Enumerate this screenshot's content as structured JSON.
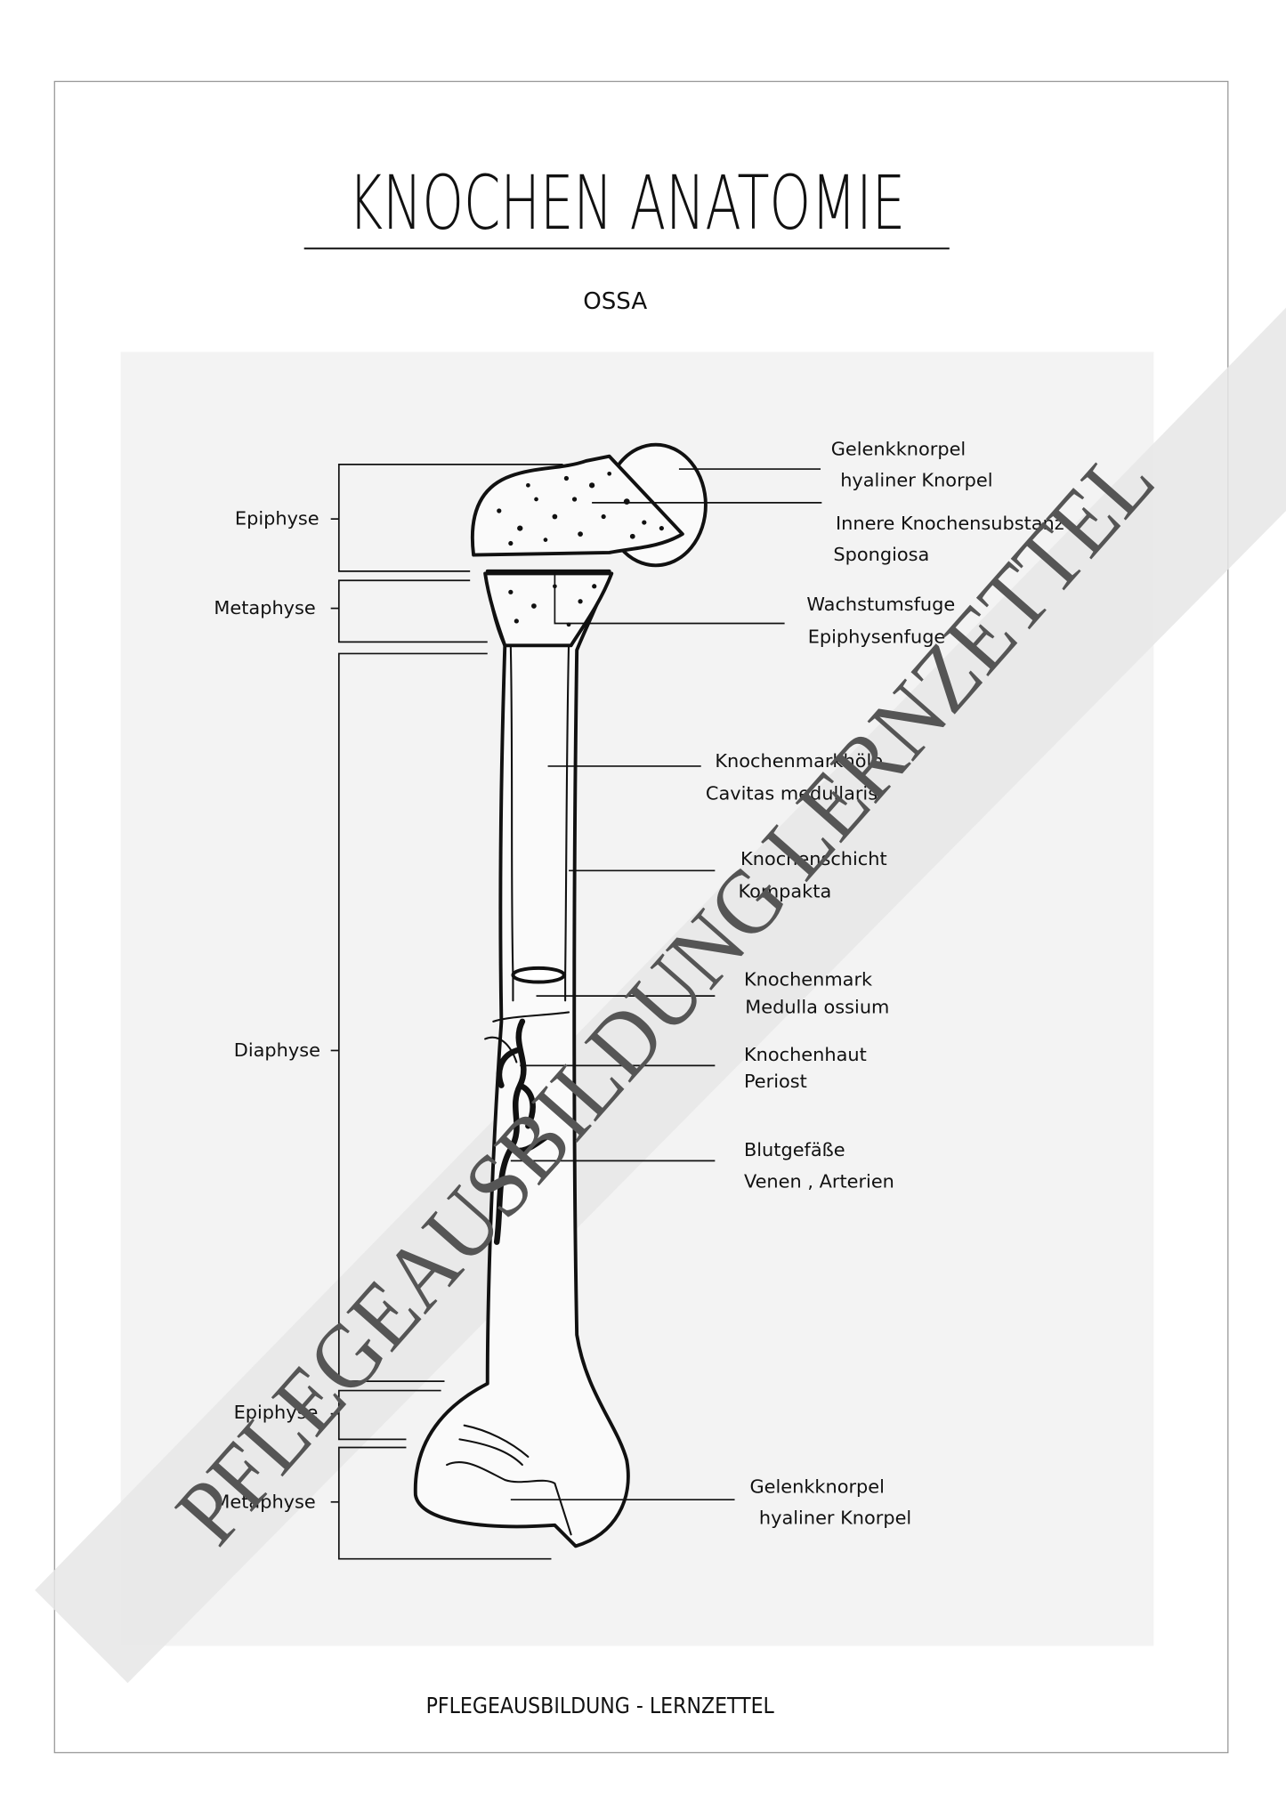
{
  "title": "KNOCHEN ANATOMIE",
  "subtitle": "OSSA",
  "footer": "PFLEGEAUSBILDUNG - LERNZETTEL",
  "watermark": "PFLEGEAUSBILDUNG LERNZETTEL",
  "left_labels": [
    {
      "text": "Epiphyse"
    },
    {
      "text": "Metaphyse"
    },
    {
      "text": "Diaphyse"
    },
    {
      "text": "Epiphyse"
    },
    {
      "text": "Metaphyse"
    }
  ],
  "right_labels": [
    {
      "line1": "Gelenkknorpel",
      "line2": "hyaliner  Knorpel"
    },
    {
      "line1": "Innere  Knochensubstanz",
      "line2": "Spongiosa"
    },
    {
      "line1": "Wachstumsfuge",
      "line2": "Epiphysenfuge"
    },
    {
      "line1": "Knochenmarkhöle",
      "line2": "Cavitas  medullaris"
    },
    {
      "line1": "Knochenschicht",
      "line2": "Kompakta"
    },
    {
      "line1": "Knochenmark",
      "line2": "Medulla  ossium"
    },
    {
      "line1": "Knochenhaut",
      "line2": "Periost"
    },
    {
      "line1": "Blutgefäße",
      "line2": "Venen ,  Arterien"
    },
    {
      "line1": "Gelenkknorpel",
      "line2": "hyaliner  Knorpel"
    }
  ],
  "colors": {
    "panel": "#f3f3f3",
    "watermark_band": "#e6e6e6",
    "watermark_text": "#555555",
    "ink": "#111111"
  }
}
